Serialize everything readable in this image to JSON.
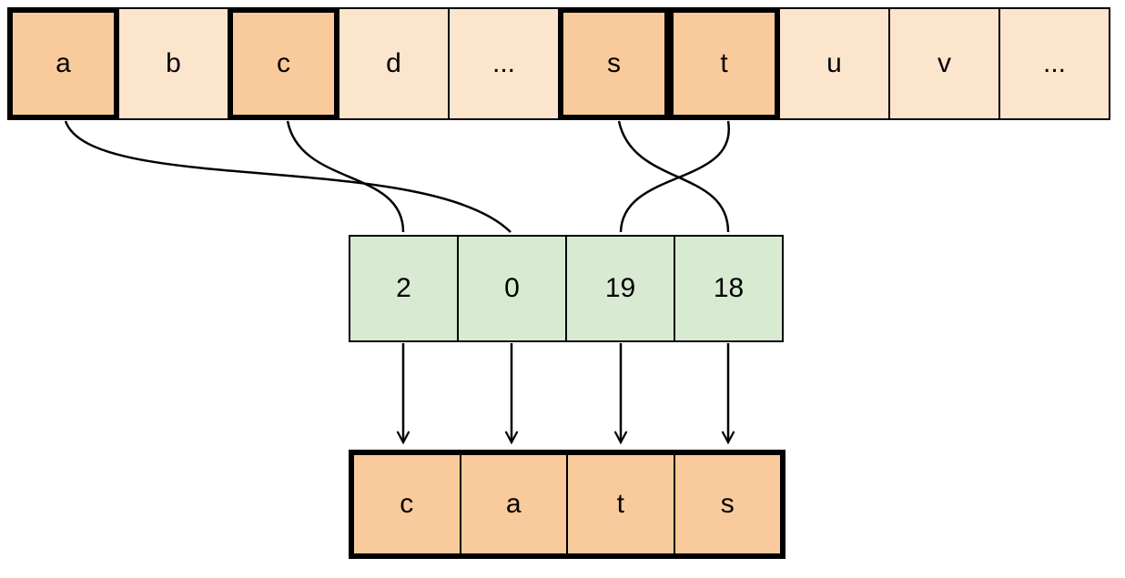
{
  "colors": {
    "cell_fill_light": "#fce5cd",
    "cell_fill_highlight": "#f9cb9c",
    "index_cell_fill": "#d9ead3",
    "output_cell_fill": "#f9cb9c",
    "border": "#000000",
    "text": "#000000",
    "connector": "#000000"
  },
  "alphabet_row": {
    "cells": [
      {
        "label": "a",
        "highlighted": true
      },
      {
        "label": "b",
        "highlighted": false
      },
      {
        "label": "c",
        "highlighted": true
      },
      {
        "label": "d",
        "highlighted": false
      },
      {
        "label": "...",
        "highlighted": false
      },
      {
        "label": "s",
        "highlighted": true
      },
      {
        "label": "t",
        "highlighted": true
      },
      {
        "label": "u",
        "highlighted": false
      },
      {
        "label": "v",
        "highlighted": false
      },
      {
        "label": "...",
        "highlighted": false
      }
    ]
  },
  "index_row": {
    "cells": [
      {
        "label": "2"
      },
      {
        "label": "0"
      },
      {
        "label": "19"
      },
      {
        "label": "18"
      }
    ]
  },
  "output_row": {
    "cells": [
      {
        "label": "c"
      },
      {
        "label": "a"
      },
      {
        "label": "t"
      },
      {
        "label": "s"
      }
    ]
  },
  "connections": {
    "letter_to_index": [
      {
        "from": "a",
        "to_value": "0"
      },
      {
        "from": "c",
        "to_value": "2"
      },
      {
        "from": "s",
        "to_value": "18"
      },
      {
        "from": "t",
        "to_value": "19"
      }
    ],
    "index_to_output": [
      {
        "from_value": "2",
        "to": "c"
      },
      {
        "from_value": "0",
        "to": "a"
      },
      {
        "from_value": "19",
        "to": "t"
      },
      {
        "from_value": "18",
        "to": "s"
      }
    ]
  }
}
